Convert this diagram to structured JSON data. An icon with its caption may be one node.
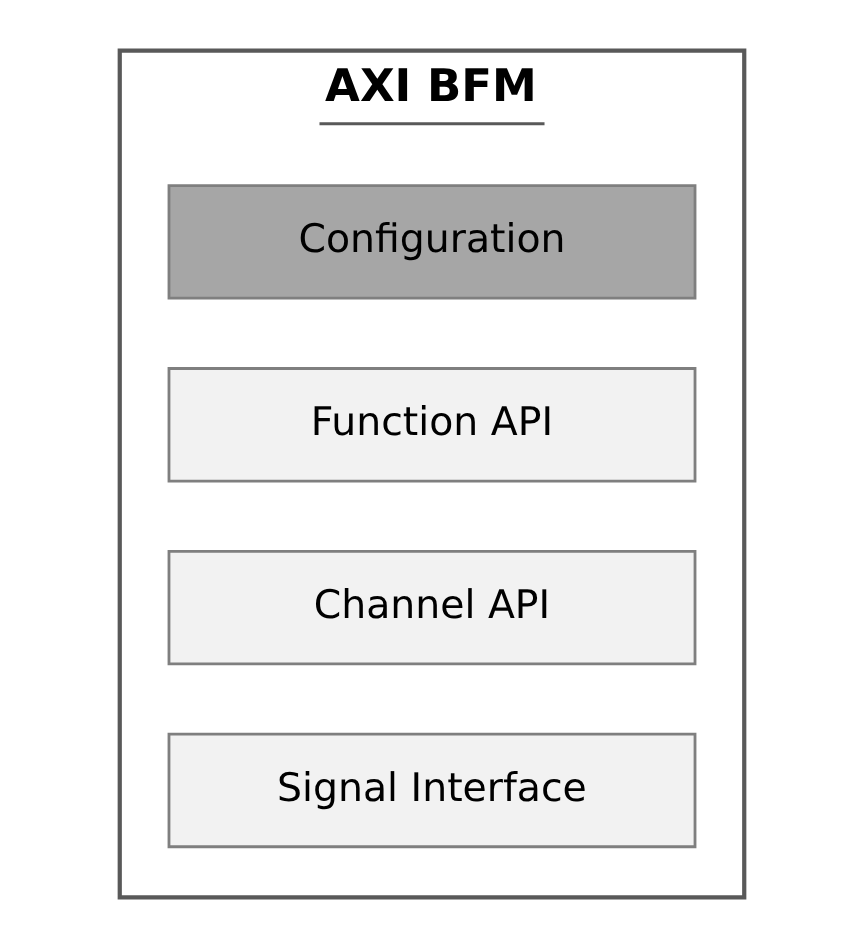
{
  "diagram": {
    "nodes": [
      {
        "text": [
          "AXI BFM"
        ]
      },
      {
        "text": [
          "Configuration"
        ],
        "in": 0
      },
      {
        "text": [
          "Function API"
        ],
        "in": 0
      },
      {
        "text": [
          "Channel API"
        ],
        "in": 0
      },
      {
        "text": [
          "Signal Interface"
        ],
        "in": 0
      }
    ]
  }
}
